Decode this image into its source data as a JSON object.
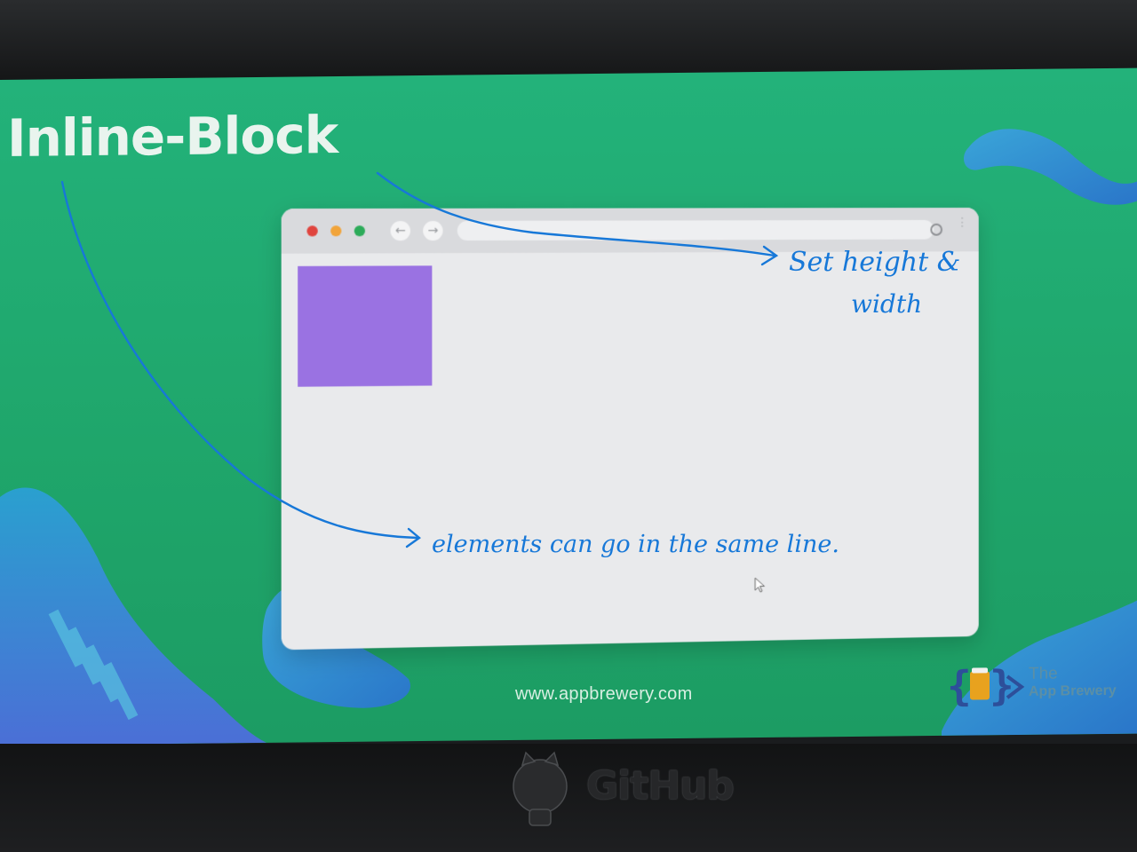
{
  "slide": {
    "title": "Inline-Block",
    "website": "www.appbrewery.com",
    "brand_line1": "The",
    "brand_line2": "App Brewery"
  },
  "annotations": {
    "top_line1": "Set height &",
    "top_line2": "width",
    "bottom": "elements can go in the same line."
  },
  "watermark": {
    "text": "GitHub"
  },
  "colors": {
    "slide_green": "#21ad73",
    "purple_box": "#9a72e2",
    "ink_blue": "#1778d8",
    "blob_blue": "#2f93d6"
  }
}
